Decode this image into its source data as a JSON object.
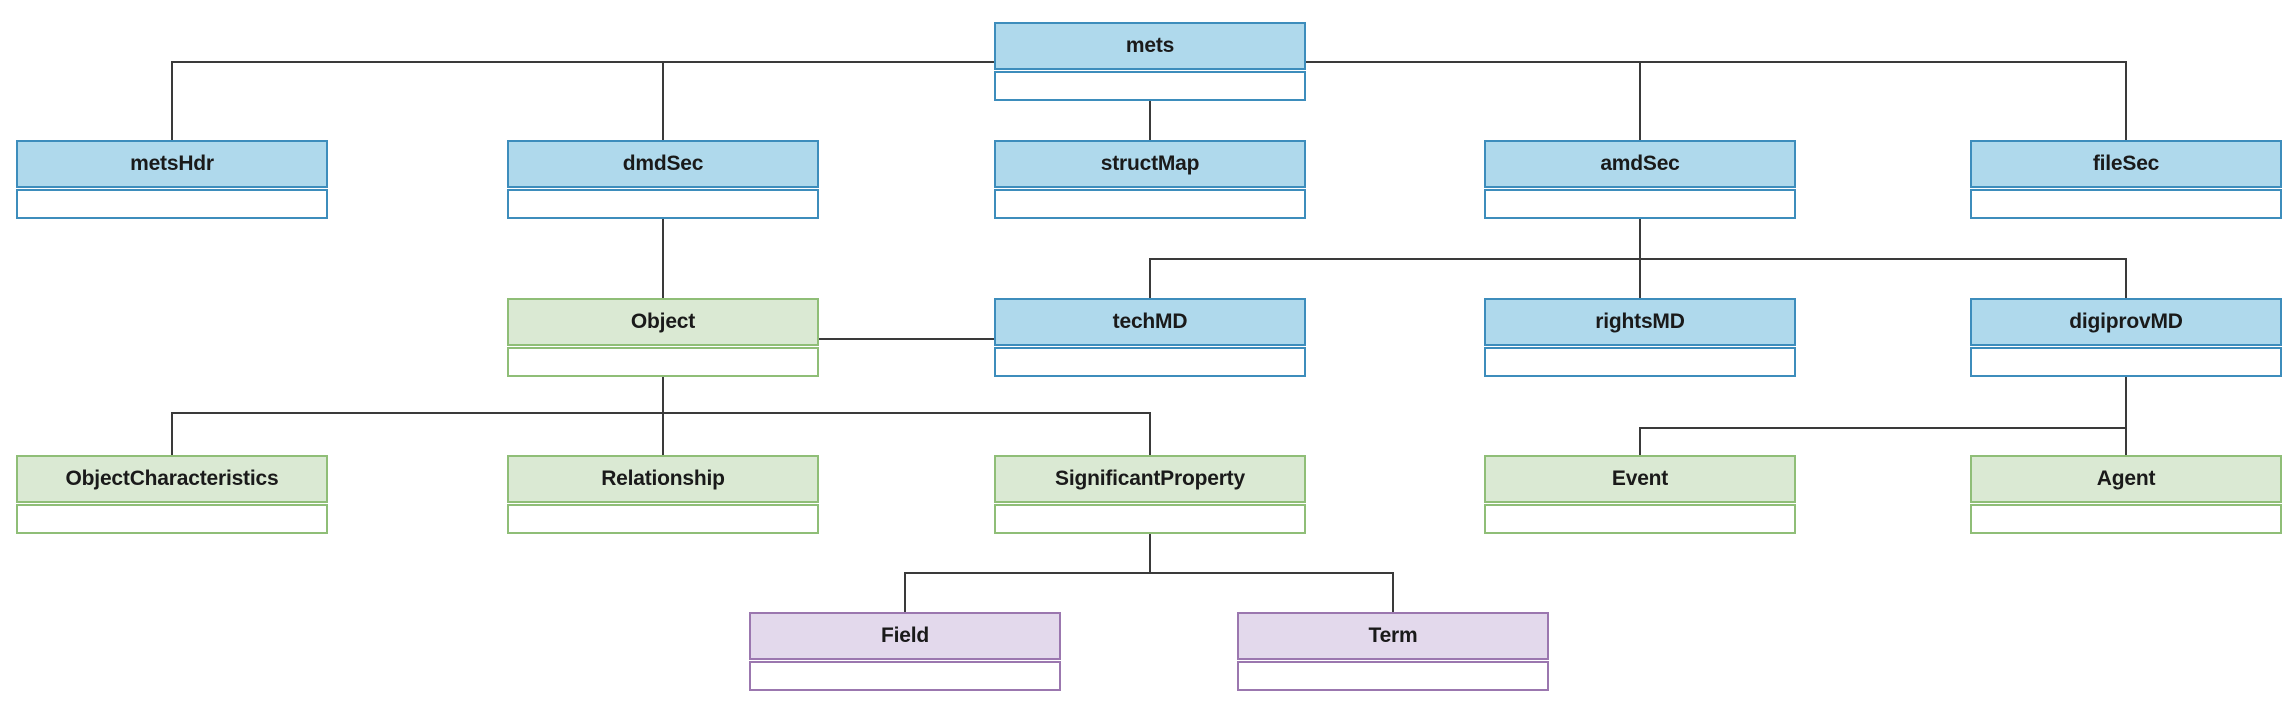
{
  "palette": {
    "blue_fill": "#AFD9EC",
    "blue_border": "#3D8DBC",
    "green_fill": "#DAE9D3",
    "green_border": "#8FBE77",
    "purple_fill": "#E3D9EC",
    "purple_border": "#9B77AF",
    "connector": "#3A3A3A",
    "text": "#1A1A1A",
    "background": "#FFFFFF"
  },
  "nodes": {
    "mets": {
      "label": "mets",
      "type": "blue"
    },
    "metsHdr": {
      "label": "metsHdr",
      "type": "blue"
    },
    "dmdSec": {
      "label": "dmdSec",
      "type": "blue"
    },
    "structMap": {
      "label": "structMap",
      "type": "blue"
    },
    "amdSec": {
      "label": "amdSec",
      "type": "blue"
    },
    "fileSec": {
      "label": "fileSec",
      "type": "blue"
    },
    "object": {
      "label": "Object",
      "type": "green"
    },
    "techMD": {
      "label": "techMD",
      "type": "blue"
    },
    "rightsMD": {
      "label": "rightsMD",
      "type": "blue"
    },
    "digiprovMD": {
      "label": "digiprovMD",
      "type": "blue"
    },
    "objectCharacteristics": {
      "label": "ObjectCharacteristics",
      "type": "green"
    },
    "relationship": {
      "label": "Relationship",
      "type": "green"
    },
    "significantProperty": {
      "label": "SignificantProperty",
      "type": "green"
    },
    "event": {
      "label": "Event",
      "type": "green"
    },
    "agent": {
      "label": "Agent",
      "type": "green"
    },
    "field": {
      "label": "Field",
      "type": "purple"
    },
    "term": {
      "label": "Term",
      "type": "purple"
    }
  },
  "edges": [
    {
      "from": "mets",
      "to": "metsHdr"
    },
    {
      "from": "mets",
      "to": "dmdSec"
    },
    {
      "from": "mets",
      "to": "structMap"
    },
    {
      "from": "mets",
      "to": "amdSec"
    },
    {
      "from": "mets",
      "to": "fileSec"
    },
    {
      "from": "dmdSec",
      "to": "object"
    },
    {
      "from": "object",
      "to": "techMD",
      "kind": "association"
    },
    {
      "from": "amdSec",
      "to": "techMD"
    },
    {
      "from": "amdSec",
      "to": "rightsMD"
    },
    {
      "from": "amdSec",
      "to": "digiprovMD"
    },
    {
      "from": "object",
      "to": "objectCharacteristics"
    },
    {
      "from": "object",
      "to": "relationship"
    },
    {
      "from": "object",
      "to": "significantProperty"
    },
    {
      "from": "digiprovMD",
      "to": "event"
    },
    {
      "from": "digiprovMD",
      "to": "agent"
    },
    {
      "from": "significantProperty",
      "to": "field"
    },
    {
      "from": "significantProperty",
      "to": "term"
    }
  ]
}
